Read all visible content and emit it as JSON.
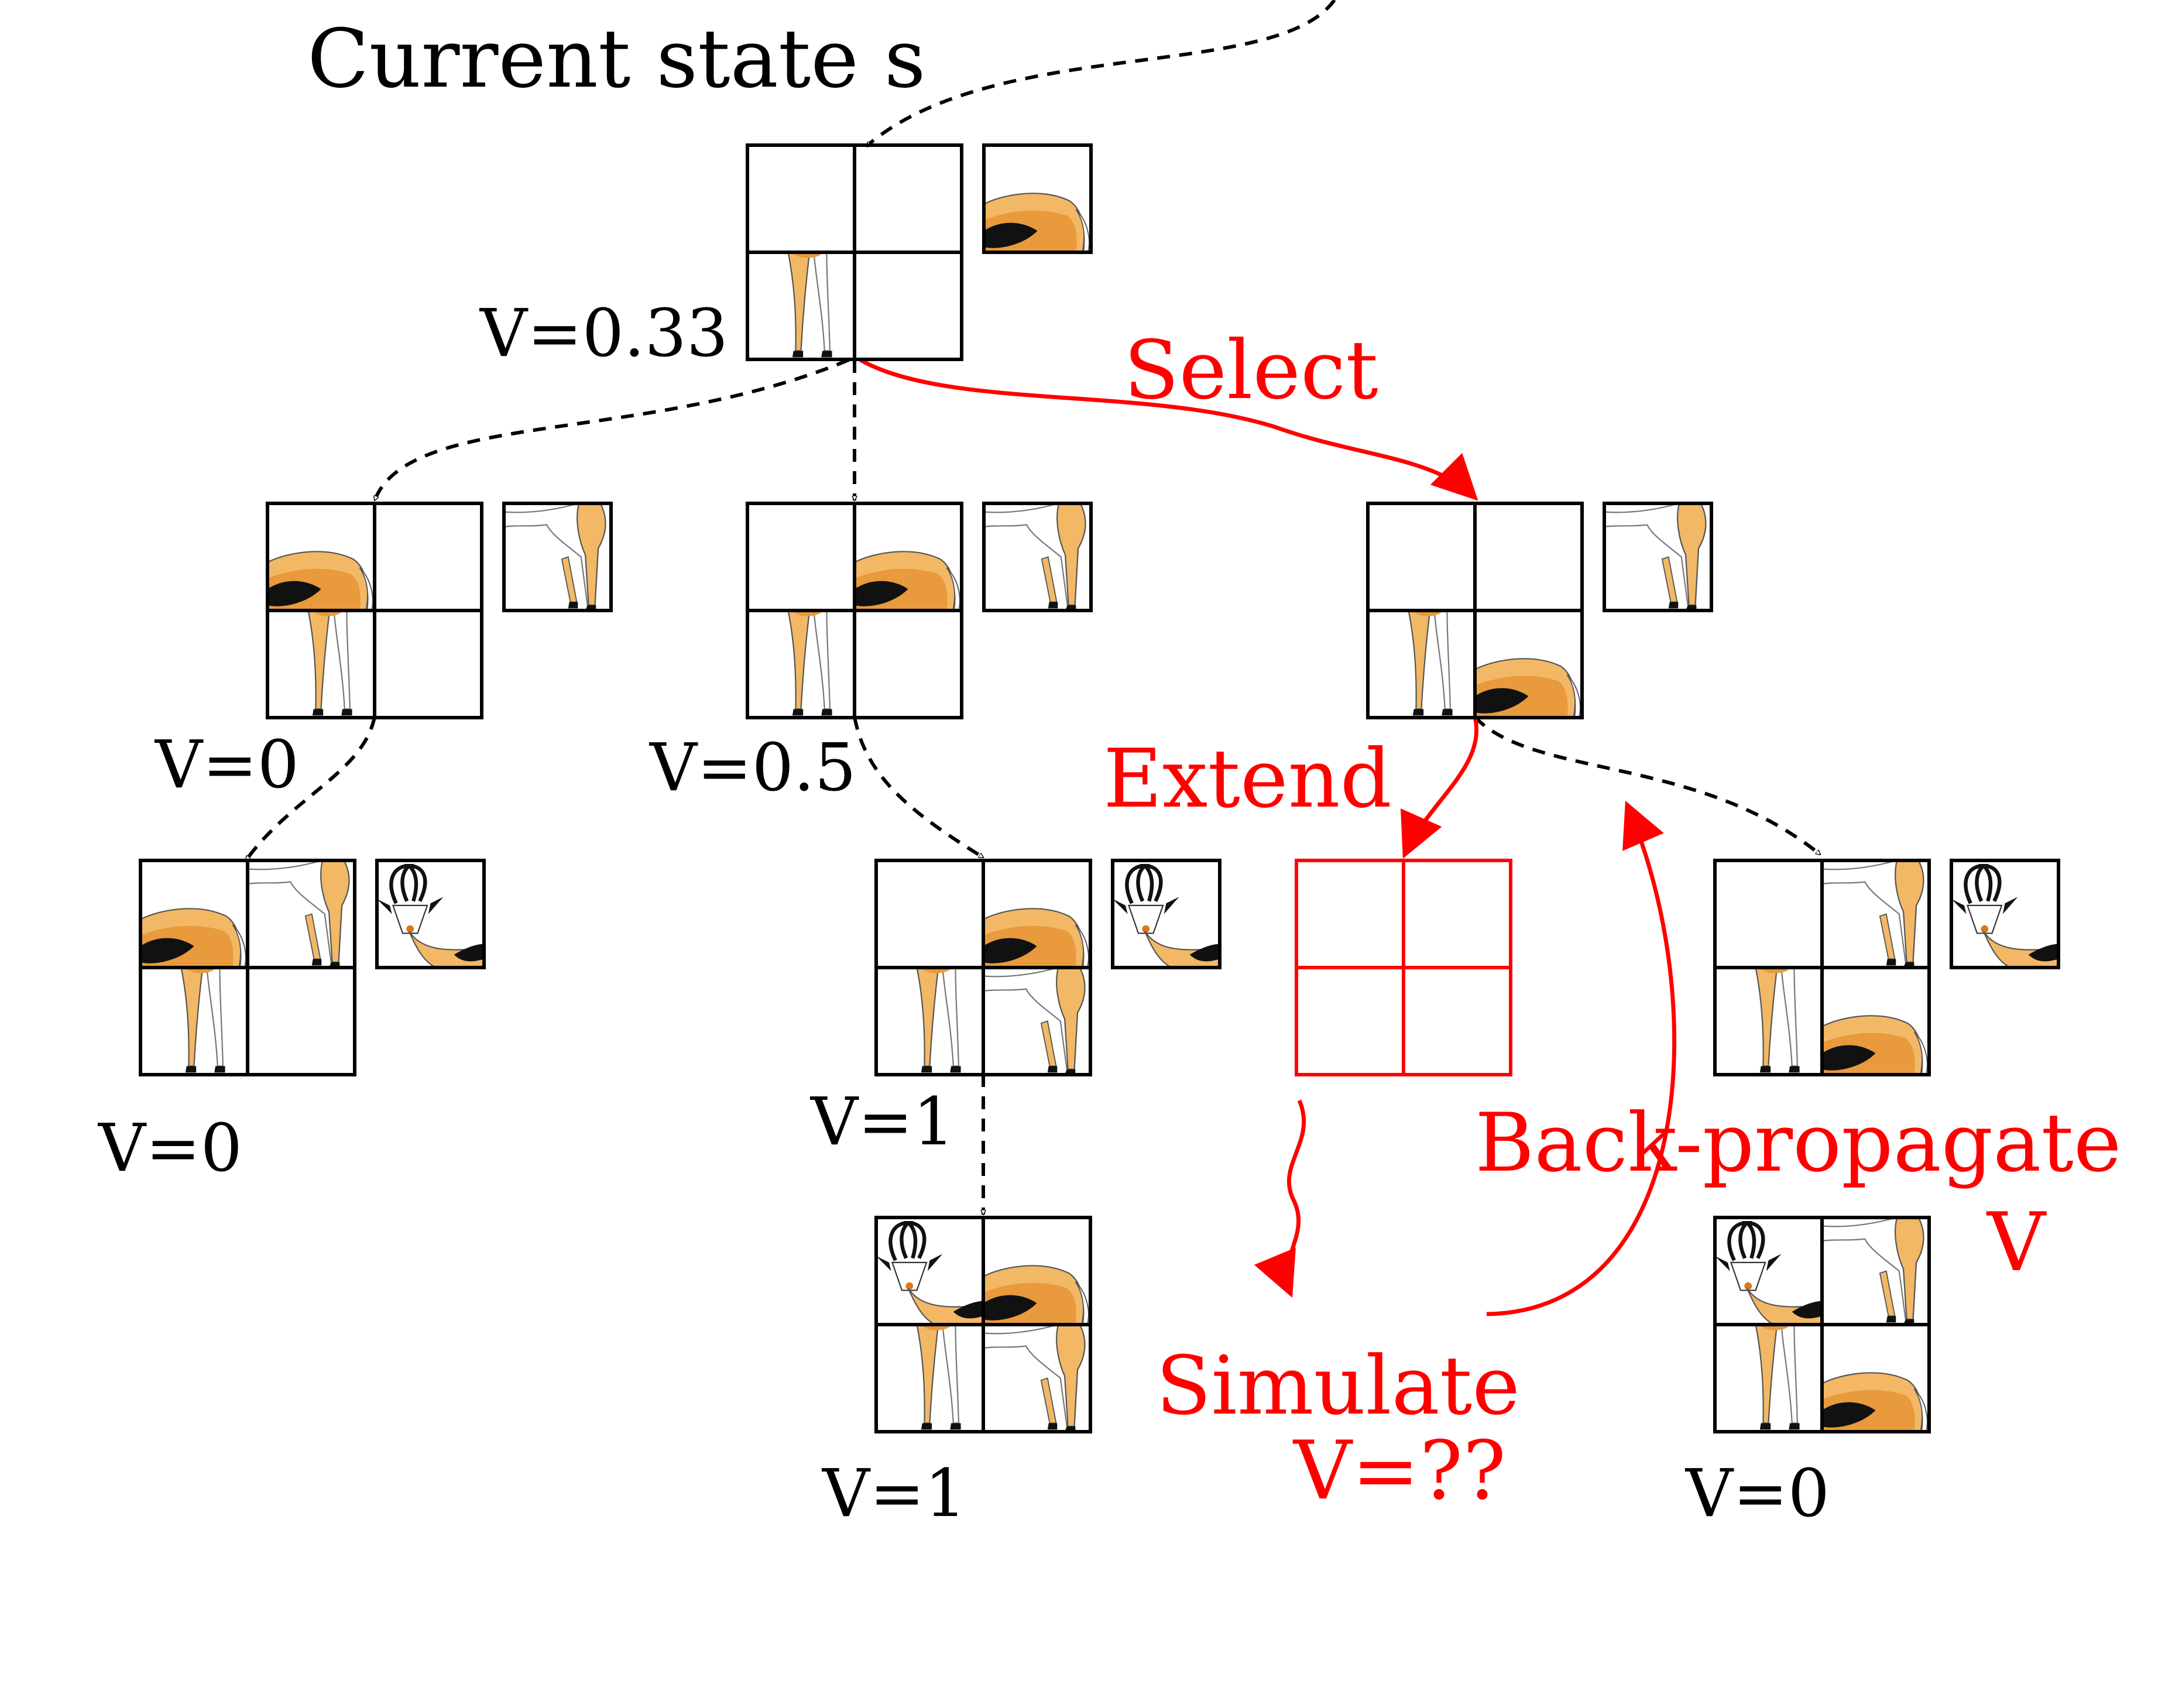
{
  "colors": {
    "line": "#000000",
    "accent": "#ff0000",
    "animal_body": "#f2b865",
    "animal_dark": "#e89a3c",
    "animal_stripe": "#111111",
    "animal_belly": "#ffffff"
  },
  "labels": {
    "title": "Current state s",
    "v_root": "V=0.33",
    "v_left": "V=0",
    "v_mid": "V=0.5",
    "v_ll": "V=0",
    "v_mm": "V=1",
    "v_mmm": "V=1",
    "v_rr": "V=0",
    "select": "Select",
    "extend": "Extend",
    "backprop": "Back-propagate",
    "backprop_v": "V",
    "simulate": "Simulate",
    "simulate_v": "V=??"
  },
  "icons": {
    "animal": "springbok-icon"
  }
}
